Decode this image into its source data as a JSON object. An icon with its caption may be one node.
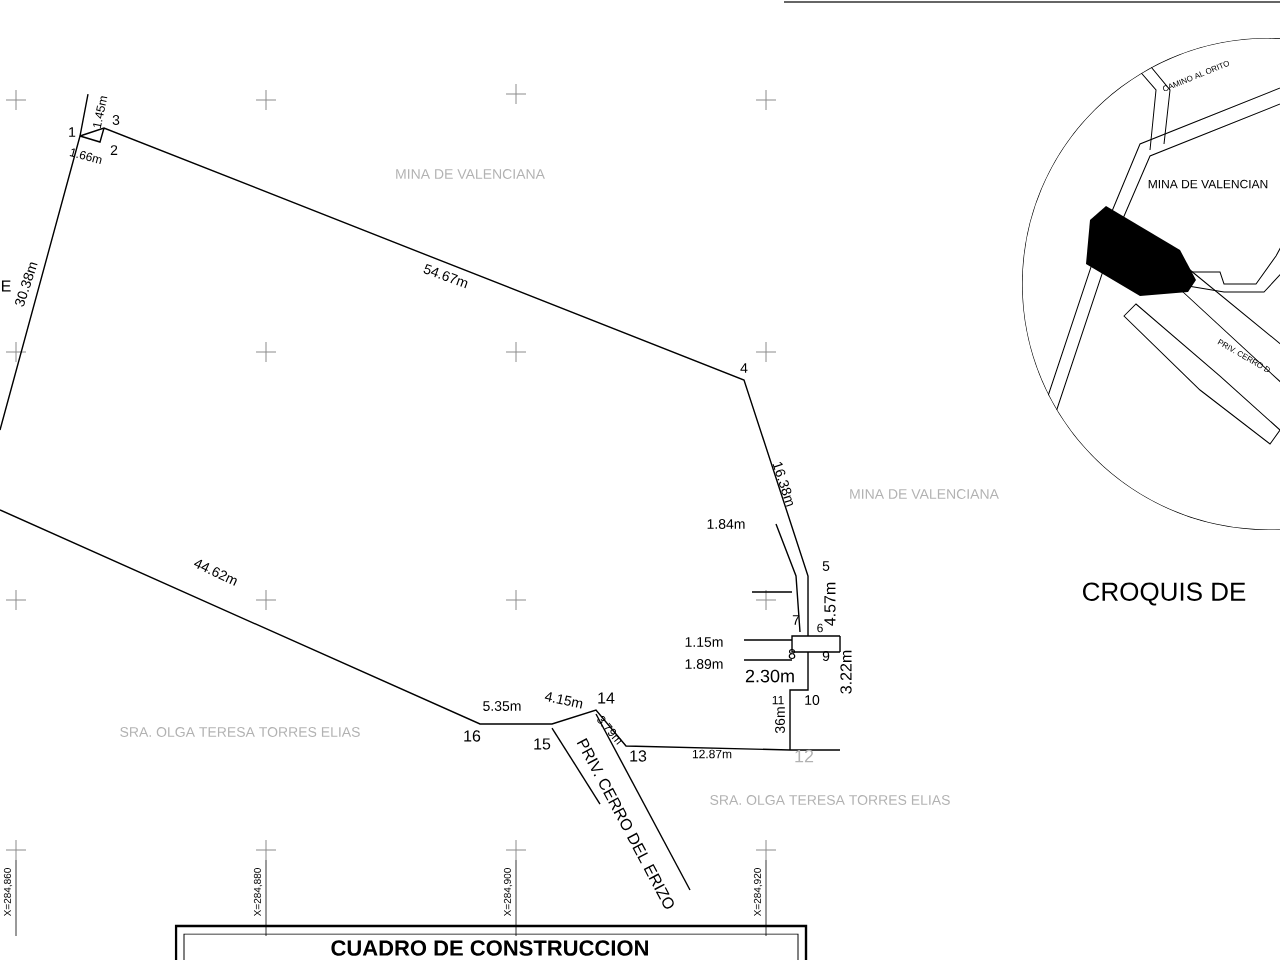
{
  "diagram": {
    "labels": [
      "1.45m",
      "1",
      "3",
      "1.66m",
      "2",
      "E",
      "30.38m",
      "MINA DE VALENCIANA",
      "54.67m",
      "4",
      "16.38m",
      "MINA DE VALENCIANA",
      "5",
      "1.84m",
      "4.57m",
      "7",
      "6",
      "1.15m",
      "1.89m",
      "8",
      "9",
      "2.30m",
      "3.22m",
      "11",
      "10",
      "36m",
      "44.62m",
      "SRA. OLGA TERESA TORRES ELIAS",
      "5.35m",
      "4.15m",
      "14",
      "16",
      "15",
      "3.79m",
      "13",
      "PRIV. CERRO DEL ERIZO",
      "12.87m",
      "12",
      "SRA. OLGA TERESA TORRES ELIAS",
      "X=284,860",
      "X=284,880",
      "X=284,900",
      "X=284,920",
      "CUADRO DE CONSTRUCCION",
      "CAMINO AL ORITO",
      "MINA DE VALENCIAN",
      "PRIV. CERRO D",
      "CROQUIS DE"
    ]
  }
}
